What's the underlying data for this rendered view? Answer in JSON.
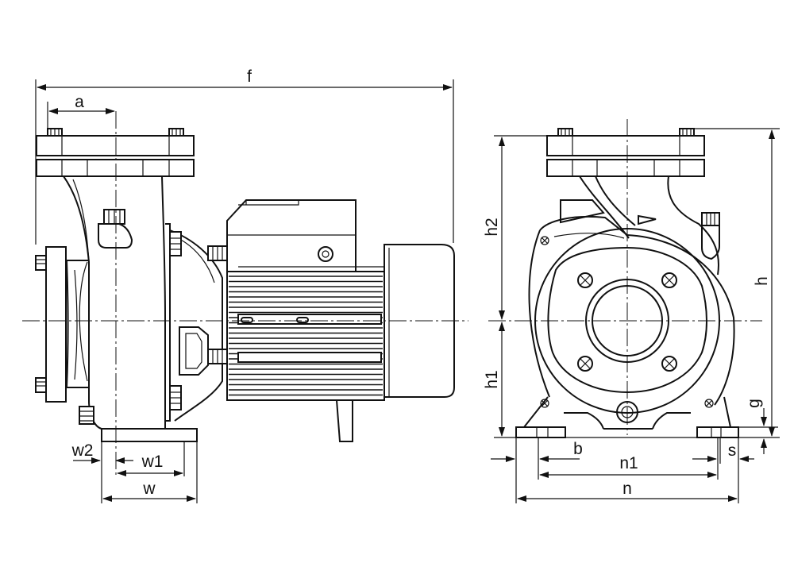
{
  "diagram": {
    "side_view": {
      "dimension_labels": {
        "f": "f",
        "a": "a",
        "w2": "w2",
        "w1": "w1",
        "w": "w"
      }
    },
    "front_view": {
      "dimension_labels": {
        "h2": "h2",
        "h": "h",
        "h1": "h1",
        "g": "g",
        "b": "b",
        "s": "s",
        "n1": "n1",
        "n": "n"
      }
    }
  }
}
